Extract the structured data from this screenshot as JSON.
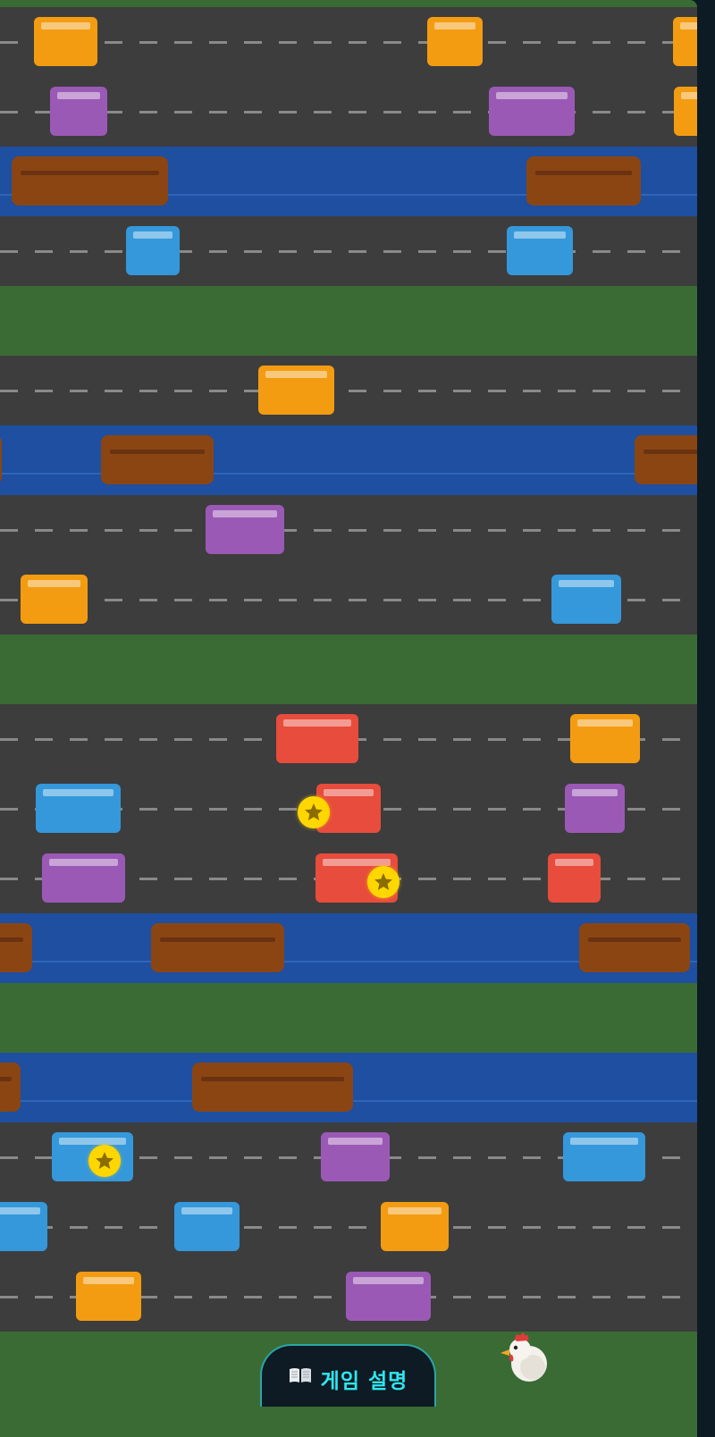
{
  "help_button": {
    "label": "게임 설명",
    "icon": "book-icon"
  },
  "colors": {
    "road": "#3d3d3d",
    "river": "#1e4fa0",
    "grass": "#3a6b35",
    "log": "#8b4513",
    "coin": "#ffd700",
    "accent": "#2ee6ee"
  },
  "car_colors": {
    "orange": "#f39c12",
    "purple": "#9b59b6",
    "blue": "#3498db",
    "red": "#e74c3c"
  },
  "lanes": [
    {
      "type": "grass"
    },
    {
      "type": "road",
      "objects": [
        {
          "kind": "car",
          "color": "orange"
        },
        {
          "kind": "car",
          "color": "orange"
        },
        {
          "kind": "car",
          "color": "orange"
        }
      ]
    },
    {
      "type": "road",
      "objects": [
        {
          "kind": "car",
          "color": "purple"
        },
        {
          "kind": "car",
          "color": "purple"
        },
        {
          "kind": "car",
          "color": "orange"
        }
      ]
    },
    {
      "type": "river",
      "objects": [
        {
          "kind": "log"
        },
        {
          "kind": "log"
        }
      ]
    },
    {
      "type": "road",
      "objects": [
        {
          "kind": "car",
          "color": "blue"
        },
        {
          "kind": "car",
          "color": "blue"
        }
      ]
    },
    {
      "type": "grass"
    },
    {
      "type": "road",
      "objects": [
        {
          "kind": "car",
          "color": "orange"
        }
      ]
    },
    {
      "type": "river",
      "objects": [
        {
          "kind": "log"
        },
        {
          "kind": "log"
        },
        {
          "kind": "log"
        }
      ]
    },
    {
      "type": "road",
      "objects": [
        {
          "kind": "car",
          "color": "purple"
        }
      ]
    },
    {
      "type": "road",
      "objects": [
        {
          "kind": "car",
          "color": "orange"
        },
        {
          "kind": "car",
          "color": "blue"
        }
      ]
    },
    {
      "type": "grass"
    },
    {
      "type": "road",
      "objects": [
        {
          "kind": "car",
          "color": "red"
        },
        {
          "kind": "car",
          "color": "orange"
        }
      ]
    },
    {
      "type": "road",
      "objects": [
        {
          "kind": "car",
          "color": "blue"
        },
        {
          "kind": "car",
          "color": "red"
        },
        {
          "kind": "car",
          "color": "purple"
        }
      ]
    },
    {
      "type": "road",
      "objects": [
        {
          "kind": "car",
          "color": "purple"
        },
        {
          "kind": "car",
          "color": "red"
        },
        {
          "kind": "car",
          "color": "red"
        }
      ]
    },
    {
      "type": "river",
      "objects": [
        {
          "kind": "log"
        },
        {
          "kind": "log"
        },
        {
          "kind": "log"
        }
      ]
    },
    {
      "type": "grass"
    },
    {
      "type": "river",
      "objects": [
        {
          "kind": "log"
        },
        {
          "kind": "log"
        }
      ]
    },
    {
      "type": "road",
      "objects": [
        {
          "kind": "car",
          "color": "blue"
        },
        {
          "kind": "car",
          "color": "purple"
        },
        {
          "kind": "car",
          "color": "blue"
        }
      ]
    },
    {
      "type": "road",
      "objects": [
        {
          "kind": "car",
          "color": "blue"
        },
        {
          "kind": "car",
          "color": "blue"
        },
        {
          "kind": "car",
          "color": "orange"
        }
      ]
    },
    {
      "type": "road",
      "objects": [
        {
          "kind": "car",
          "color": "orange"
        },
        {
          "kind": "car",
          "color": "purple"
        }
      ]
    },
    {
      "type": "grass"
    }
  ],
  "coins": [
    {
      "icon": "star-icon"
    },
    {
      "icon": "star-icon"
    },
    {
      "icon": "star-icon"
    }
  ],
  "player": {
    "icon": "chicken-icon"
  }
}
